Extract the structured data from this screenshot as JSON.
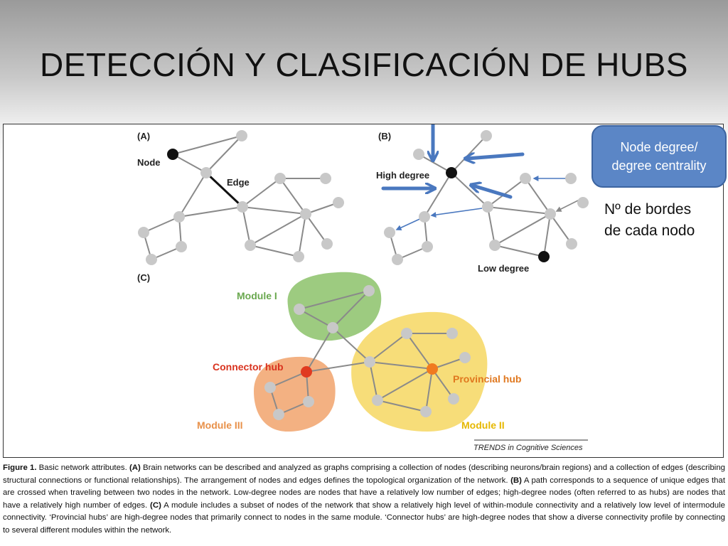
{
  "slide": {
    "title": "DETECCIÓN Y CLASIFICACIÓN DE HUBS"
  },
  "callout": {
    "line1": "Node degree/",
    "line2": "degree centrality"
  },
  "note": {
    "line1": "Nº de bordes",
    "line2": "de cada nodo"
  },
  "figure": {
    "panel_a": {
      "label": "(A)",
      "node_label": "Node",
      "edge_label": "Edge"
    },
    "panel_b": {
      "label": "(B)",
      "high_label": "High degree",
      "low_label": "Low degree"
    },
    "panel_c": {
      "label": "(C)",
      "module1": "Module I",
      "module2": "Module II",
      "module3": "Module III",
      "connector": "Connector hub",
      "provincial": "Provincial hub"
    },
    "source": "TRENDS in Cognitive Sciences"
  },
  "caption": {
    "fig_label": "Figure 1.",
    "intro": "Basic network attributes.",
    "a_tag": "(A)",
    "a_text": "Brain networks can be described and analyzed as graphs comprising a collection of nodes (describing neurons/brain regions) and a collection of edges (describing structural connections or functional relationships). The arrangement of nodes and edges defines the topological organization of the network.",
    "b_tag": "(B)",
    "b_text": "A path corresponds to a sequence of unique edges that are crossed when traveling between two nodes in the network. Low-degree nodes are nodes that have a relatively low number of edges; high-degree nodes (often referred to as hubs) are nodes that have a relatively high number of edges.",
    "c_tag": "(C)",
    "c_text": "A module includes a subset of nodes of the network that show a relatively high level of within-module connectivity and a relatively low level of intermodule connectivity. ‘Provincial hubs’ are high-degree nodes that primarily connect to nodes in the same module. ‘Connector hubs’ are high-degree nodes that show a diverse connectivity profile by connecting to several different modules within the network."
  },
  "colors": {
    "node_gray": "#c8c8c8",
    "edge_gray": "#8a8a8a",
    "arrow_blue": "#4a78bf",
    "module1_fill": "#8cc26a",
    "module2_fill": "#f6d96a",
    "module3_fill": "#f2a874",
    "connector_red": "#e03a20",
    "provincial_orange": "#f07a20",
    "callout_blue": "#5b86c6"
  }
}
